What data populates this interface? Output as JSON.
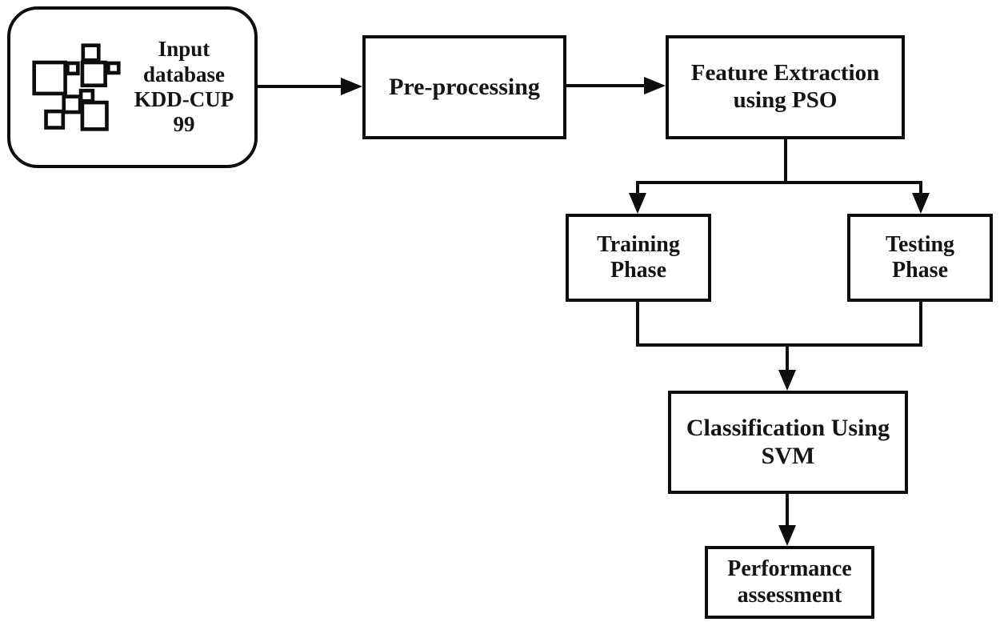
{
  "diagram": {
    "type": "flowchart",
    "nodes": [
      {
        "id": "input-database",
        "label": "Input database KDD-CUP 99",
        "shape": "rounded-rectangle",
        "icon": "clustered-squares-icon"
      },
      {
        "id": "pre-processing",
        "label": "Pre-processing",
        "shape": "rectangle"
      },
      {
        "id": "feature-extraction",
        "label": "Feature Extraction using PSO",
        "shape": "rectangle"
      },
      {
        "id": "training-phase",
        "label": "Training Phase",
        "shape": "rectangle"
      },
      {
        "id": "testing-phase",
        "label": "Testing Phase",
        "shape": "rectangle"
      },
      {
        "id": "classification",
        "label": "Classification Using SVM",
        "shape": "rectangle"
      },
      {
        "id": "performance",
        "label": "Performance assessment",
        "shape": "rectangle"
      }
    ],
    "edges": [
      {
        "from": "input-database",
        "to": "pre-processing"
      },
      {
        "from": "pre-processing",
        "to": "feature-extraction"
      },
      {
        "from": "feature-extraction",
        "to": "training-phase"
      },
      {
        "from": "feature-extraction",
        "to": "testing-phase"
      },
      {
        "from": "training-phase",
        "to": "classification"
      },
      {
        "from": "testing-phase",
        "to": "classification"
      },
      {
        "from": "classification",
        "to": "performance"
      }
    ],
    "colors": {
      "stroke": "#0d0d0d",
      "text": "#141414",
      "background": "#ffffff"
    }
  }
}
